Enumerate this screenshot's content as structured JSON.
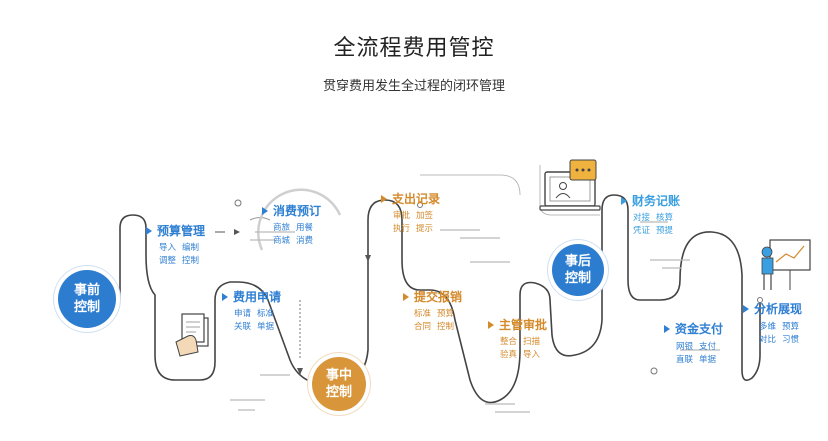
{
  "header": {
    "title": "全流程费用管控",
    "subtitle": "贯穿费用发生全过程的闭环管理"
  },
  "colors": {
    "blue": "#2c7dd0",
    "orange": "#d9953a",
    "light_blue": "#3a9fe0",
    "line": "#444444"
  },
  "nodes": {
    "pre": {
      "line1": "事前",
      "line2": "控制"
    },
    "mid": {
      "line1": "事中",
      "line2": "控制"
    },
    "post": {
      "line1": "事后",
      "line2": "控制"
    }
  },
  "stages": {
    "budget": {
      "label": "预算管理",
      "tags": [
        [
          "导入",
          "编制"
        ],
        [
          "调整",
          "控制"
        ]
      ]
    },
    "apply": {
      "label": "费用申请",
      "tags": [
        [
          "申请",
          "标准"
        ],
        [
          "关联",
          "单据"
        ]
      ]
    },
    "booking": {
      "label": "消费预订",
      "tags": [
        [
          "商旅",
          "用餐"
        ],
        [
          "商城",
          "消费"
        ]
      ]
    },
    "expense": {
      "label": "支出记录",
      "tags": [
        [
          "审批",
          "加签"
        ],
        [
          "执行",
          "提示"
        ]
      ]
    },
    "reimburse": {
      "label": "提交报销",
      "tags": [
        [
          "标准",
          "预算"
        ],
        [
          "合同",
          "控制"
        ]
      ]
    },
    "approve": {
      "label": "主管审批",
      "tags": [
        [
          "整合",
          "扫描"
        ],
        [
          "验真",
          "导入"
        ]
      ]
    },
    "accounting": {
      "label": "财务记账",
      "tags": [
        [
          "对接",
          "核算"
        ],
        [
          "凭证",
          "预提"
        ]
      ]
    },
    "payment": {
      "label": "资金支付",
      "tags": [
        [
          "网银",
          "支付"
        ],
        [
          "直联",
          "单据"
        ]
      ]
    },
    "analysis": {
      "label": "分析展现",
      "tags": [
        [
          "多维",
          "预算"
        ],
        [
          "对比",
          "习惯"
        ]
      ]
    }
  }
}
